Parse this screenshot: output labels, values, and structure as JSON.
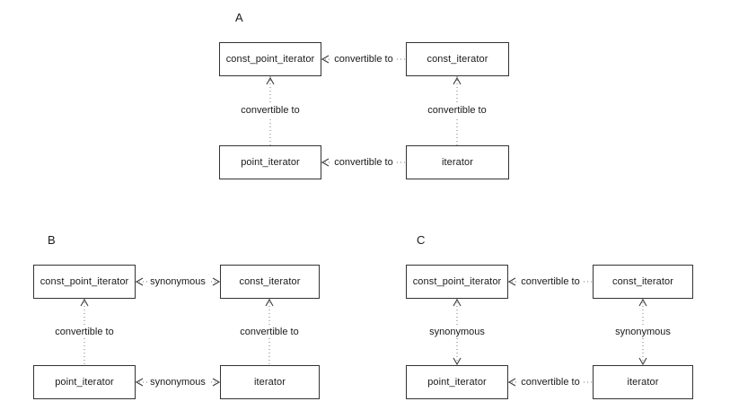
{
  "diagrams": [
    {
      "label": "A",
      "nodes": {
        "top_left": "const_point_iterator",
        "top_right": "const_iterator",
        "bottom_left": "point_iterator",
        "bottom_right": "iterator"
      },
      "edges": {
        "top": {
          "label": "convertible to",
          "direction": "right-to-left"
        },
        "bottom": {
          "label": "convertible to",
          "direction": "right-to-left"
        },
        "left": {
          "label": "convertible to",
          "direction": "bottom-to-top"
        },
        "right": {
          "label": "convertible to",
          "direction": "bottom-to-top"
        }
      }
    },
    {
      "label": "B",
      "nodes": {
        "top_left": "const_point_iterator",
        "top_right": "const_iterator",
        "bottom_left": "point_iterator",
        "bottom_right": "iterator"
      },
      "edges": {
        "top": {
          "label": "synonymous",
          "direction": "bidirectional"
        },
        "bottom": {
          "label": "synonymous",
          "direction": "bidirectional"
        },
        "left": {
          "label": "convertible to",
          "direction": "bottom-to-top"
        },
        "right": {
          "label": "convertible to",
          "direction": "bottom-to-top"
        }
      }
    },
    {
      "label": "C",
      "nodes": {
        "top_left": "const_point_iterator",
        "top_right": "const_iterator",
        "bottom_left": "point_iterator",
        "bottom_right": "iterator"
      },
      "edges": {
        "top": {
          "label": "convertible to",
          "direction": "right-to-left"
        },
        "bottom": {
          "label": "convertible to",
          "direction": "right-to-left"
        },
        "left": {
          "label": "synonymous",
          "direction": "bidirectional"
        },
        "right": {
          "label": "synonymous",
          "direction": "bidirectional"
        }
      }
    }
  ],
  "colors": {
    "background": "#ffffff",
    "box_border": "#333333",
    "text": "#1a1a1a",
    "dotted_line": "#7a7a7a",
    "arrowhead": "#3d3d3d"
  }
}
